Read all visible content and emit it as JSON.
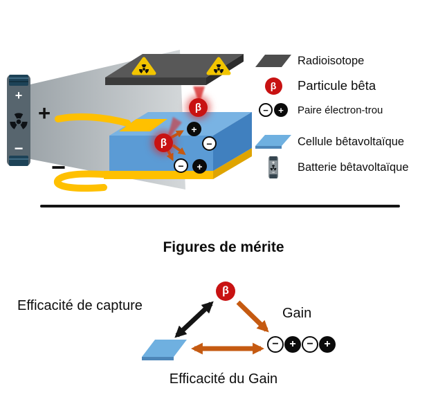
{
  "symbols": {
    "beta": "β",
    "plus": "+",
    "minus": "−"
  },
  "scene": {
    "battery": {
      "plus": "+",
      "minus": "−"
    },
    "terminal_plus": "+",
    "terminal_minus": "−"
  },
  "legend": {
    "items": [
      {
        "id": "radioisotope",
        "label": "Radioisotope"
      },
      {
        "id": "beta-particle",
        "label": "Particule bêta"
      },
      {
        "id": "electron-hole-pair",
        "label": "Paire électron-trou"
      },
      {
        "id": "betavoltaic-cell",
        "label": "Cellule bêtavoltaïque"
      },
      {
        "id": "betavoltaic-battery",
        "label": "Batterie bêtavoltaïque"
      }
    ]
  },
  "figures_of_merit": {
    "title": "Figures de mérite",
    "labels": {
      "capture": "Efficacité de capture",
      "gain": "Gain",
      "gain_efficiency": "Efficacité du Gain"
    }
  },
  "colors": {
    "beta_red": "#c81212",
    "cell_blue": "#5b9bd5",
    "contact_yellow": "#ffc000",
    "isotope_gray": "#585858",
    "arrow_orange": "#c55a11",
    "beam_gray": "#b3b9bc"
  }
}
